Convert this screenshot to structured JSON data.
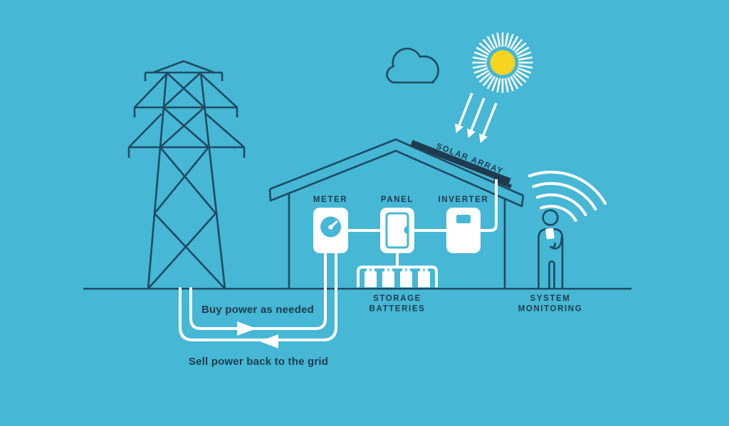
{
  "title": "Solar power system diagram",
  "colors": {
    "background": "#46b7d5",
    "outline": "#1f4a63",
    "text": "#1e3c4e",
    "white": "#ffffff",
    "sun_yellow": "#f8d420",
    "solar_bar": "#1e3c4e"
  },
  "icons": [
    "sun-icon",
    "cloud-icon",
    "transmission-tower-icon",
    "meter-icon",
    "breaker-panel-icon",
    "inverter-icon",
    "storage-battery-icon",
    "person-icon",
    "wifi-signal-icon",
    "solar-array-icon",
    "sunbeam-arrow-icon",
    "buy-flow-arrow-icon",
    "sell-flow-arrow-icon"
  ],
  "diagram": {
    "components": {
      "meter_label": "METER",
      "panel_label": "PANEL",
      "inverter_label": "INVERTER",
      "solar_array_label": "SOLAR ARRAY",
      "storage_batteries_label_line1": "STORAGE",
      "storage_batteries_label_line2": "BATTERIES",
      "system_monitoring_label_line1": "SYSTEM",
      "system_monitoring_label_line2": "MONITORING"
    },
    "flows": {
      "buy_label": "Buy power as needed",
      "sell_label": "Sell power back to the grid"
    }
  }
}
